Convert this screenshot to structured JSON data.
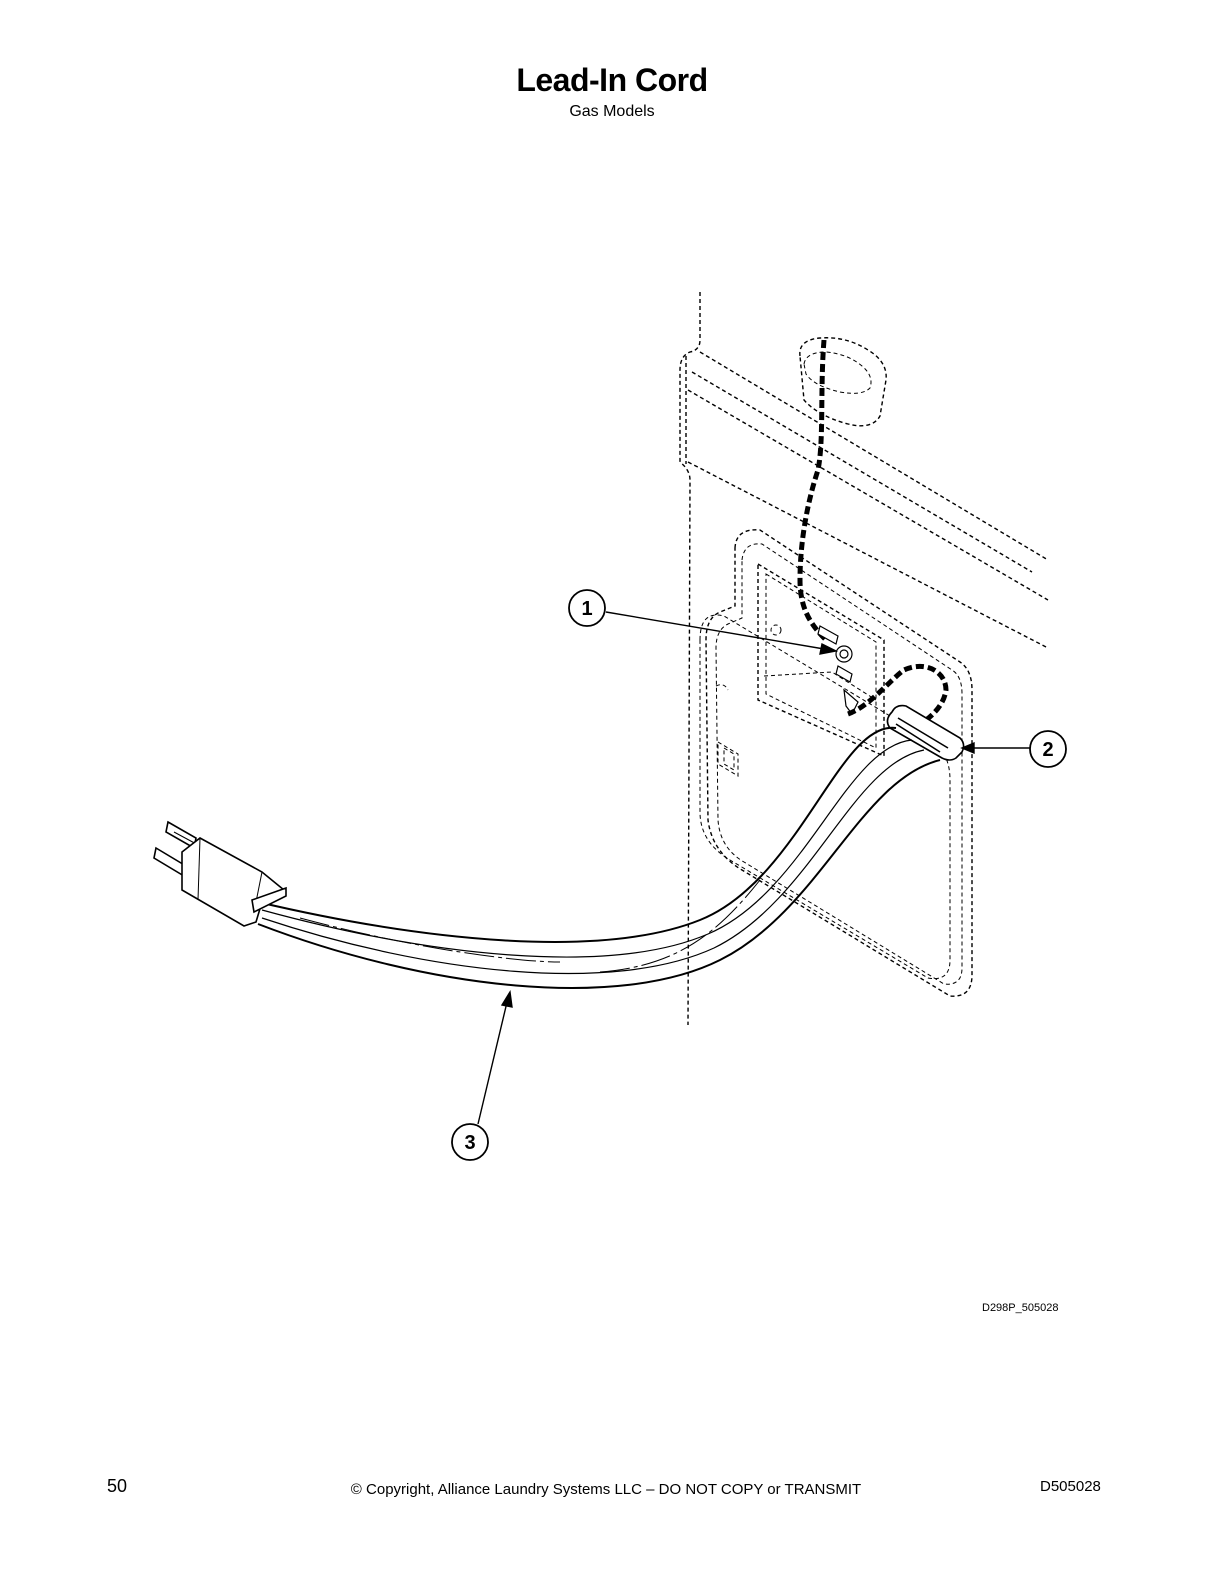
{
  "header": {
    "title": "Lead-In Cord",
    "subtitle": "Gas Models"
  },
  "diagram": {
    "callouts": [
      {
        "number": "1"
      },
      {
        "number": "2"
      },
      {
        "number": "3"
      }
    ],
    "drawing_code": "D298P_505028"
  },
  "footer": {
    "page_number": "50",
    "copyright": "© Copyright, Alliance Laundry Systems LLC – DO NOT COPY or TRANSMIT",
    "doc_number": "D505028"
  }
}
